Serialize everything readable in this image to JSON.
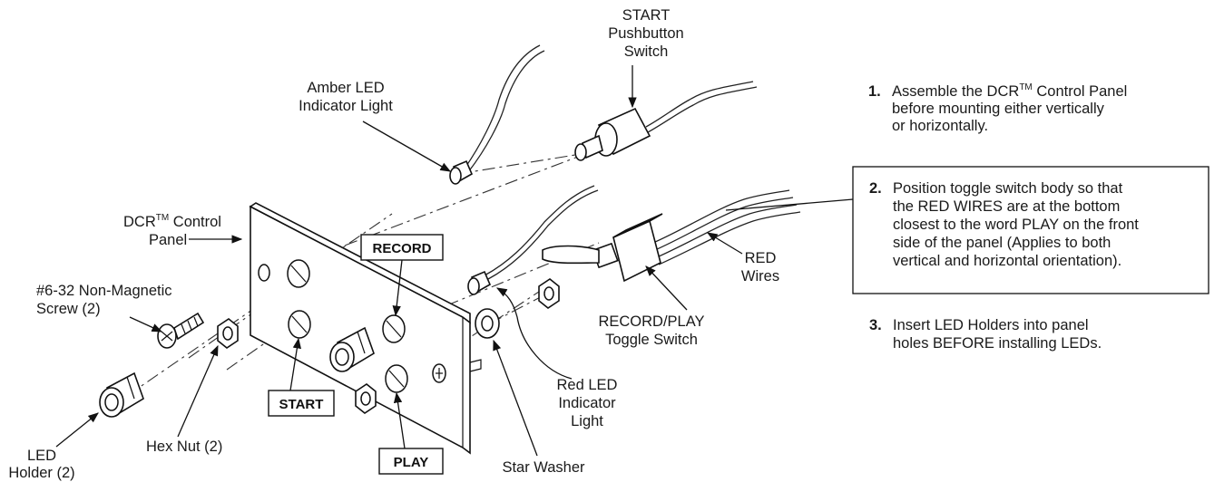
{
  "labels": {
    "start_switch_1": "START",
    "start_switch_2": "Pushbutton",
    "start_switch_3": "Switch",
    "amber_led_1": "Amber LED",
    "amber_led_2": "Indicator Light",
    "control_panel_1": "DCR",
    "control_panel_tm": "TM",
    "control_panel_2": " Control",
    "control_panel_3": "Panel",
    "screw_1": "#6-32 Non-Magnetic",
    "screw_2": "Screw (2)",
    "led_holder_1": "LED",
    "led_holder_2": "Holder (2)",
    "hex_nut": "Hex Nut (2)",
    "star_washer": "Star Washer",
    "red_led_1": "Red LED",
    "red_led_2": "Indicator",
    "red_led_3": "Light",
    "toggle_1": "RECORD/PLAY",
    "toggle_2": "Toggle Switch",
    "red_wires_1": "RED",
    "red_wires_2": "Wires"
  },
  "panel_markings": {
    "record": "RECORD",
    "start": "START",
    "play": "PLAY"
  },
  "instructions": {
    "step1_num": "1.",
    "step1_l1": "Assemble the DCR",
    "step1_tm": "TM",
    "step1_l1b": " Control Panel",
    "step1_l2": "before mounting either vertically",
    "step1_l3": "or horizontally.",
    "step2_num": "2.",
    "step2_l1": "Position toggle switch body so that",
    "step2_l2": "the RED WIRES are at the bottom",
    "step2_l3": "closest to the word PLAY on the front",
    "step2_l4": "side of the panel (Applies to both",
    "step2_l5": "vertical and horizontal orientation).",
    "step3_num": "3.",
    "step3_l1": "Insert LED Holders into panel",
    "step3_l2": "holes BEFORE installing LEDs."
  }
}
